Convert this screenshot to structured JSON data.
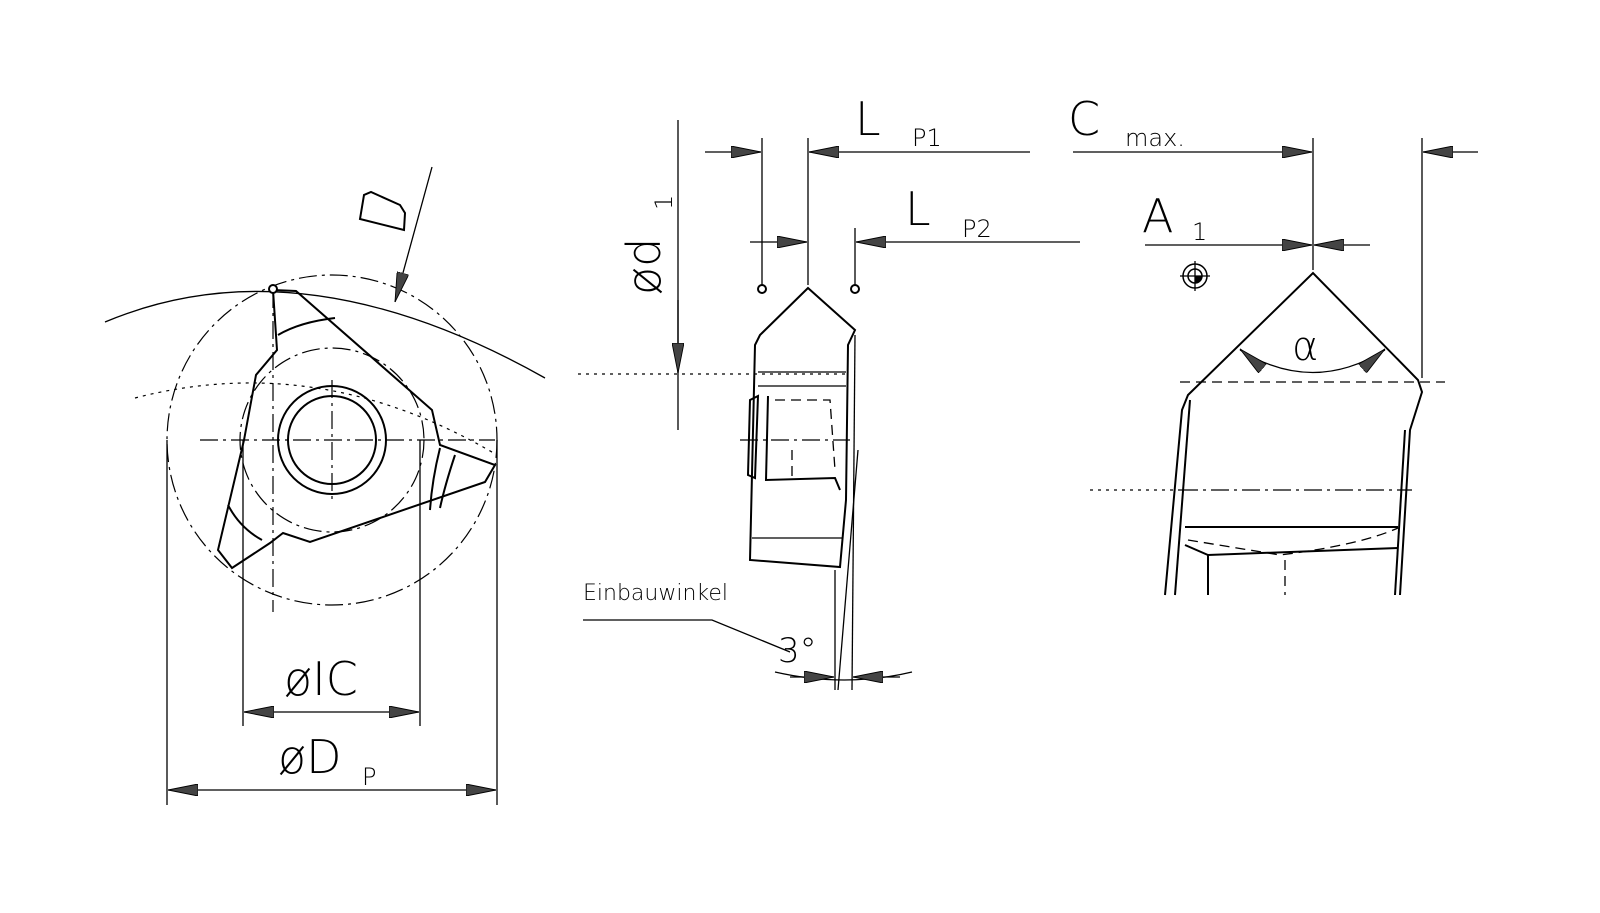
{
  "labels": {
    "ic_main": "øIC",
    "dp_main": "øD",
    "dp_sub": "P",
    "d1_main": "ød",
    "d1_sub": "1",
    "lp1_main": "L",
    "lp1_sub": "P1",
    "lp2_main": "L",
    "lp2_sub": "P2",
    "cmax_main": "C",
    "cmax_sub": "max.",
    "a1_main": "A",
    "a1_sub": "1",
    "alpha": "α",
    "einbauwinkel": "Einbauwinkel",
    "angle": "3°"
  }
}
